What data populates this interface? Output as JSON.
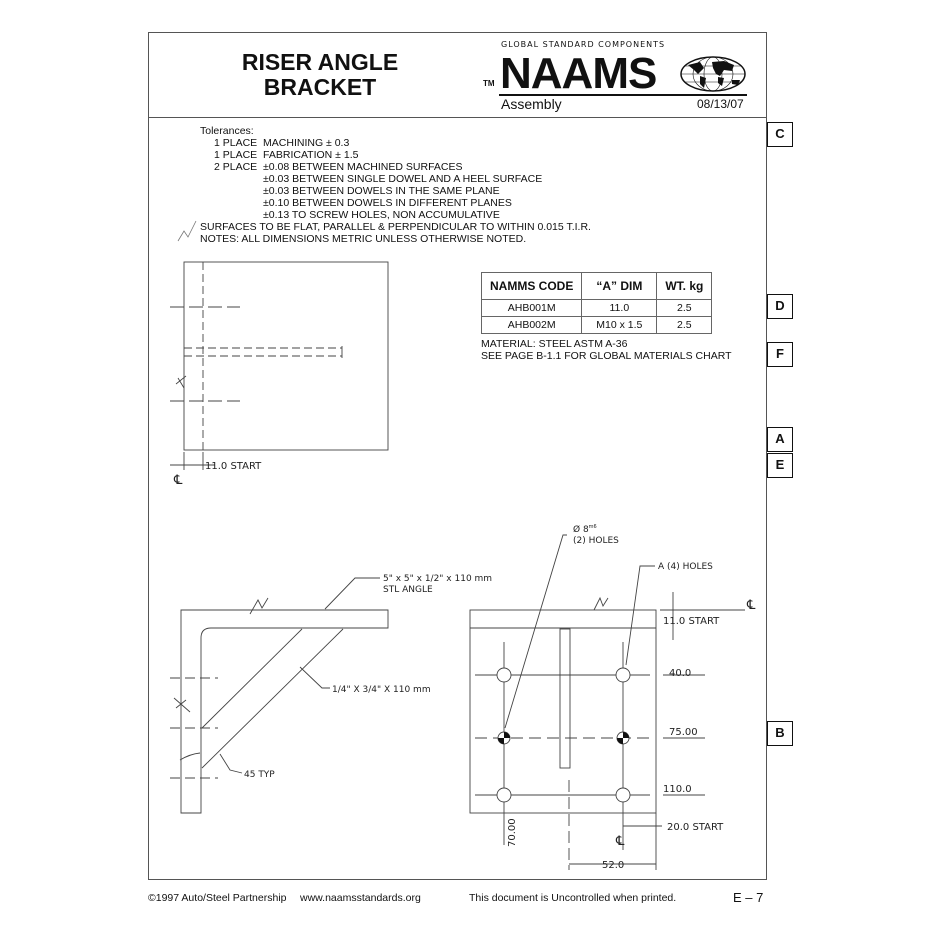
{
  "header": {
    "title_line1": "RISER ANGLE",
    "title_line2": "BRACKET",
    "logo_tagline": "GLOBAL STANDARD COMPONENTS",
    "logo_tm": "TM",
    "logo_text": "NAAMS",
    "category": "Assembly",
    "date": "08/13/07"
  },
  "tolerances": {
    "heading": "Tolerances:",
    "lines": [
      "1 PLACE  MACHINING ± 0.3",
      "1 PLACE  FABRICATION ± 1.5",
      "2 PLACE  ±0.08 BETWEEN MACHINED SURFACES",
      "±0.03 BETWEEN SINGLE DOWEL AND A HEEL SURFACE",
      "±0.03 BETWEEN DOWELS IN THE SAME PLANE",
      "±0.10 BETWEEN DOWELS IN DIFFERENT PLANES",
      "±0.13 TO SCREW HOLES, NON ACCUMULATIVE"
    ],
    "surfaces_note": "SURFACES TO BE FLAT, PARALLEL & PERPENDICULAR TO WITHIN 0.015 T.I.R.",
    "notes": "NOTES: ALL DIMENSIONS METRIC UNLESS OTHERWISE NOTED."
  },
  "side_tabs": [
    "C",
    "D",
    "F",
    "A",
    "E",
    "B"
  ],
  "code_table": {
    "headers": [
      "NAMMS CODE",
      "“A” DIM",
      "WT. kg"
    ],
    "rows": [
      [
        "AHB001M",
        "11.0",
        "2.5"
      ],
      [
        "AHB002M",
        "M10 x 1.5",
        "2.5"
      ]
    ]
  },
  "material": {
    "line1": "MATERIAL: STEEL ASTM A-36",
    "line2": "SEE PAGE B-1.1 FOR GLOBAL MATERIALS CHART"
  },
  "drawing": {
    "top_view": {
      "start_dim": "11.0 START",
      "centerline": "℄"
    },
    "side_view": {
      "angle_line1": "5\" x  5\" x 1/2\" x 110 mm",
      "angle_line2": "STL ANGLE",
      "gusset": "1/4\" X 3/4\" X 110 mm",
      "angle_typ": "45 TYP"
    },
    "front_view": {
      "dowel_label": "Ø 8",
      "dowel_tol": "m6",
      "dowel_count": "(2) HOLES",
      "holes_label": "A (4) HOLES",
      "centerline": "℄",
      "start_top": "11.0 START",
      "dim_40": "40.0",
      "dim_75": "75.00",
      "dim_110": "110.0",
      "start_side": "20.0 START",
      "dim_70": "70.00",
      "dim_52": "52.0"
    }
  },
  "footer": {
    "copyright": "©1997 Auto/Steel Partnership",
    "website": "www.naamsstandards.org",
    "disclaimer": "This document is Uncontrolled when printed.",
    "page": "E – 7"
  }
}
